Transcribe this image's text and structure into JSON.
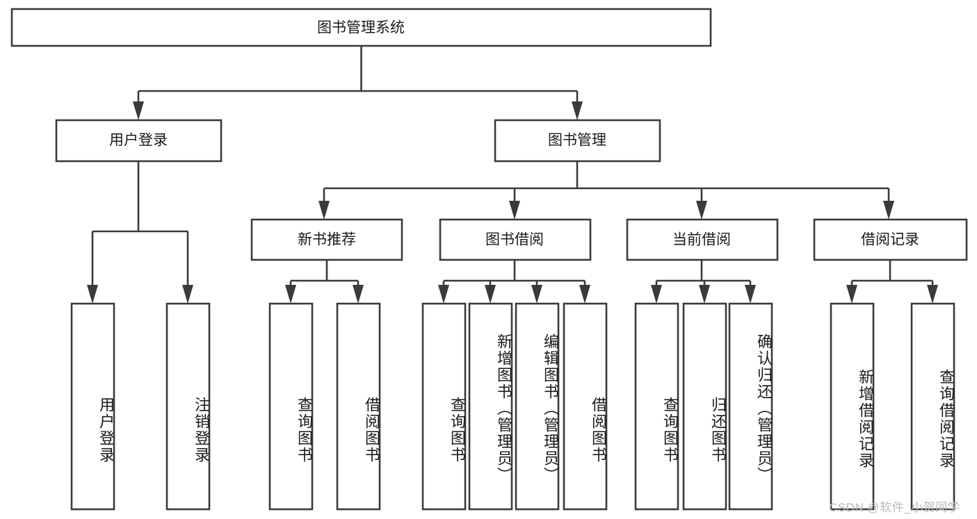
{
  "diagram": {
    "type": "tree-hierarchy",
    "title": "图书管理系统",
    "root": {
      "id": "root",
      "label": "图书管理系统",
      "orientation": "horizontal"
    },
    "level2": [
      {
        "id": "user-login",
        "label": "用户登录",
        "orientation": "horizontal"
      },
      {
        "id": "book-management",
        "label": "图书管理",
        "orientation": "horizontal"
      }
    ],
    "level3": [
      {
        "id": "new-book-recommend",
        "label": "新书推荐",
        "orientation": "horizontal",
        "parent": "book-management"
      },
      {
        "id": "book-borrow",
        "label": "图书借阅",
        "orientation": "horizontal",
        "parent": "book-management"
      },
      {
        "id": "current-borrow",
        "label": "当前借阅",
        "orientation": "horizontal",
        "parent": "book-management"
      },
      {
        "id": "borrow-record",
        "label": "借阅记录",
        "orientation": "horizontal",
        "parent": "book-management"
      }
    ],
    "leaves": [
      {
        "id": "leaf-user-login",
        "label": "用户登录",
        "orientation": "vertical",
        "parent": "user-login"
      },
      {
        "id": "leaf-user-logout",
        "label": "注销登录",
        "orientation": "vertical",
        "parent": "user-login"
      },
      {
        "id": "leaf-query-book-1",
        "label": "查询图书",
        "orientation": "vertical",
        "parent": "new-book-recommend"
      },
      {
        "id": "leaf-borrow-book-1",
        "label": "借阅图书",
        "orientation": "vertical",
        "parent": "new-book-recommend"
      },
      {
        "id": "leaf-query-book-2",
        "label": "查询图书",
        "orientation": "vertical",
        "parent": "book-borrow"
      },
      {
        "id": "leaf-add-book",
        "label": "新增图书（管理员）",
        "orientation": "vertical",
        "parent": "book-borrow"
      },
      {
        "id": "leaf-edit-book",
        "label": "编辑图书（管理员）",
        "orientation": "vertical",
        "parent": "book-borrow"
      },
      {
        "id": "leaf-borrow-book-2",
        "label": "借阅图书",
        "orientation": "vertical",
        "parent": "book-borrow"
      },
      {
        "id": "leaf-query-book-3",
        "label": "查询图书",
        "orientation": "vertical",
        "parent": "current-borrow"
      },
      {
        "id": "leaf-return-book",
        "label": "归还图书",
        "orientation": "vertical",
        "parent": "current-borrow"
      },
      {
        "id": "leaf-confirm-return",
        "label": "确认归还（管理员）",
        "orientation": "vertical",
        "parent": "current-borrow"
      },
      {
        "id": "leaf-add-record",
        "label": "新增借阅记录",
        "orientation": "vertical",
        "parent": "borrow-record"
      },
      {
        "id": "leaf-query-record",
        "label": "查询借阅记录",
        "orientation": "vertical",
        "parent": "borrow-record"
      }
    ]
  },
  "watermark": {
    "text": "CSDN @软件_小贺同学"
  },
  "colors": {
    "stroke": "#3a3a3a",
    "fill": "#ffffff",
    "text": "#1a1a1a",
    "watermark": "#b9b9b9"
  }
}
